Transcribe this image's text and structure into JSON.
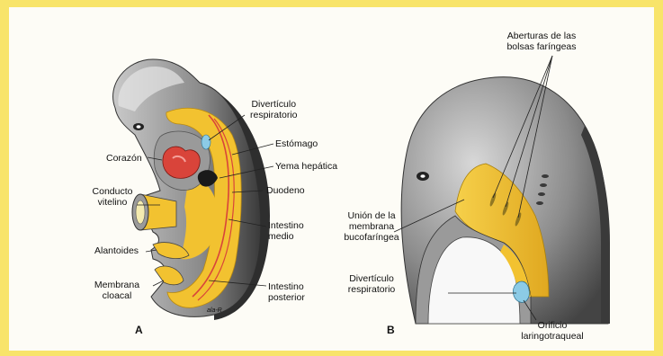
{
  "panel_a": {
    "letter": "A",
    "labels": {
      "diverticulo_respiratorio": "Divertículo\nrespiratorio",
      "estomago": "Estómago",
      "corazon": "Corazón",
      "yema_hepatica": "Yema hepática",
      "conducto_vitelino": "Conducto\nvitelino",
      "duodeno": "Duodeno",
      "intestino_medio": "Intestino\nmedio",
      "alantoides": "Alantoides",
      "membrana_cloacal": "Membrana\ncloacal",
      "intestino_posterior": "Intestino\nposterior"
    },
    "signature": "ala-R"
  },
  "panel_b": {
    "letter": "B",
    "labels": {
      "aberturas": "Aberturas de las\nbolsas faríngeas",
      "union_membrana": "Unión de la\nmembrana\nbucofaríngea",
      "diverticulo_respiratorio": "Divertículo\nrespiratorio",
      "orificio": "Orificio\nlaringotraqueal"
    }
  },
  "colors": {
    "page_background": "#f8e46a",
    "card": "#fdfcf6",
    "embryo_gray": "#8f8f8f",
    "embryo_dark": "#3b3b3b",
    "endoderm_yellow": "#f2c230",
    "heart_red": "#d9443a",
    "diverticulum_blue": "#8ccbe6"
  }
}
